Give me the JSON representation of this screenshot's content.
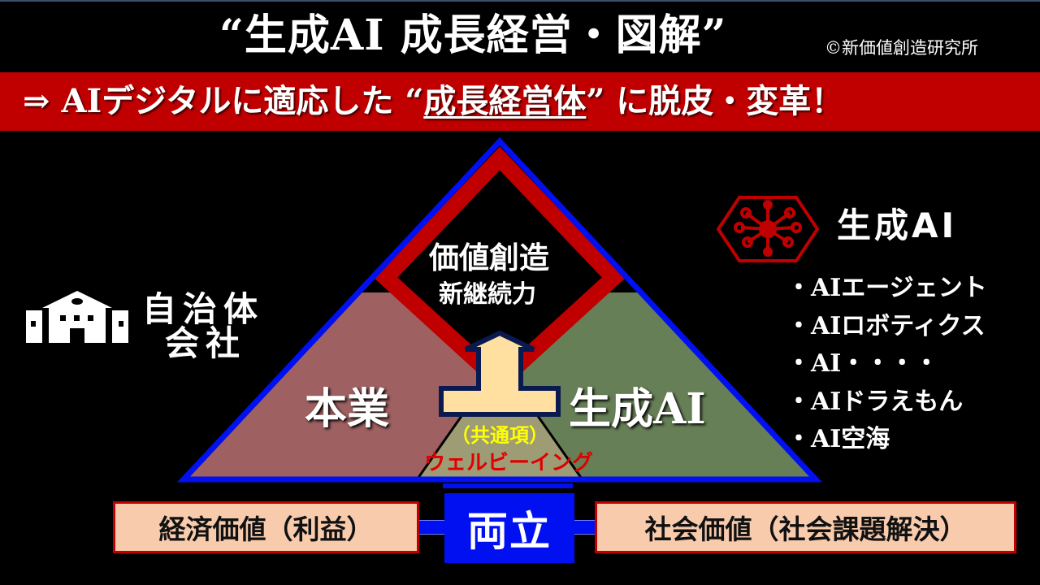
{
  "header": {
    "title": "“生成AI 成長経営・図解”",
    "copyright": "©新価値創造研究所"
  },
  "banner": {
    "prefix": "⇒ AIデジタルに適応した “",
    "emphasis": "成長経営体",
    "suffix": "” に脱皮・変革！",
    "background_color": "#C00000"
  },
  "left_entity": {
    "icon": "building-icon",
    "line1": "自治体",
    "line2": "会社"
  },
  "pyramid": {
    "top_label_line1": "価値創造",
    "top_label_line2": "新継続力",
    "left_label": "本業",
    "right_label": "生成AI",
    "common_label": "（共通項）",
    "common_value": "ウェルビーイング",
    "colors": {
      "outline": "#0010F0",
      "diamond": "#C00000",
      "left": "#9E6060",
      "right": "#667F56",
      "center": "#9E9C74",
      "arrow": "#FFE0A0",
      "arrow_outline": "#0A1A50",
      "common_label": "#FFFF00",
      "common_value": "#E00000"
    }
  },
  "ai_panel": {
    "icon": "network-hexagon-icon",
    "brand": "生成AI",
    "items": [
      "・AIエージェント",
      "・AIロボティクス",
      "・AI・・・・",
      "・AIドラえもん",
      "・AI空海"
    ]
  },
  "bottom": {
    "left_box": "経済価値（利益）",
    "center_box": "両立",
    "right_box": "社会価値（社会課題解決）"
  }
}
